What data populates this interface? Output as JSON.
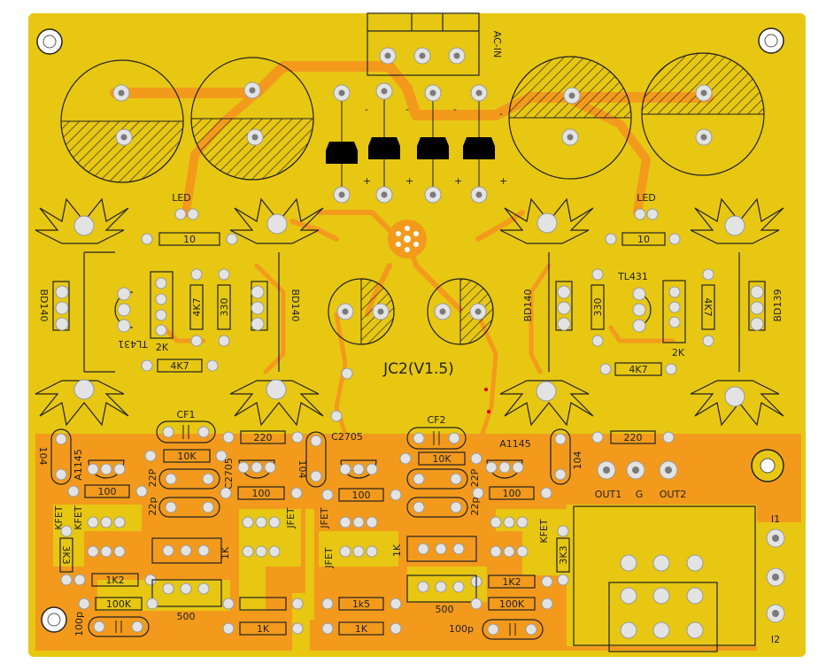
{
  "board": {
    "title": "JC2(V1.5)",
    "colors": {
      "board": "#e7c712",
      "copper": "#f39a1c",
      "silk": "#222222",
      "pad": "#e3e3e3",
      "background": "#ffffff"
    }
  },
  "labels": {
    "ac_in": "AC-IN",
    "led_left": "LED",
    "led_right": "LED",
    "r10_left": "10",
    "r10_right": "10",
    "bd140_left": "BD140",
    "bd140_mid": "BD140",
    "bd140_right": "BD140",
    "bd139_right": "BD139",
    "tl431_left": "TL431",
    "tl431_right": "TL431",
    "r4k7_vert_left": "4K7",
    "r330_left": "330",
    "r2k_left": "2K",
    "r4k7_left": "4K7",
    "r330_right": "330",
    "r4k7_vert_right": "4K7",
    "r2k_right": "2K",
    "r4k7_right": "4K7",
    "cf1": "CF1",
    "cf2": "CF2",
    "c2705_top": "C2705",
    "c2705_left": "C2705",
    "a1145_left": "A1145",
    "a1145_right": "A1145",
    "r220_left": "220",
    "r220_right": "220",
    "r10k_left": "10K",
    "r10k_right": "10K",
    "r100_a": "100",
    "r100_b": "100",
    "r100_c": "100",
    "r100_d": "100",
    "c22p_a": "22P",
    "c22p_b": "22p",
    "c22p_c": "22P",
    "c22p_d": "22p",
    "r104_a": "104",
    "r104_b": "104",
    "r104_c": "104",
    "kfet_a": "KFET",
    "kfet_b": "KFET",
    "jfet_a": "JFET",
    "jfet_b": "JFET",
    "jfet_c": "JFET",
    "kfet_c": "KFET",
    "r3k3_left": "3K3",
    "r3k3_right": "3K3",
    "r1k2_left": "1K2",
    "r1k2_right": "1K2",
    "r100k_left": "100K",
    "r100k_right": "100K",
    "c100p_left": "100p",
    "c100p_right": "100p",
    "r500_left": "500",
    "r500_right": "500",
    "r1k_a": "1K",
    "r1k_b": "1K",
    "r1k_c": "1K",
    "r1k_d": "1K",
    "r1k5": "1k5",
    "out1": "OUT1",
    "g": "G",
    "out2": "OUT2",
    "i1": "I1",
    "i2": "I2",
    "plus": "+",
    "minus": "-"
  }
}
